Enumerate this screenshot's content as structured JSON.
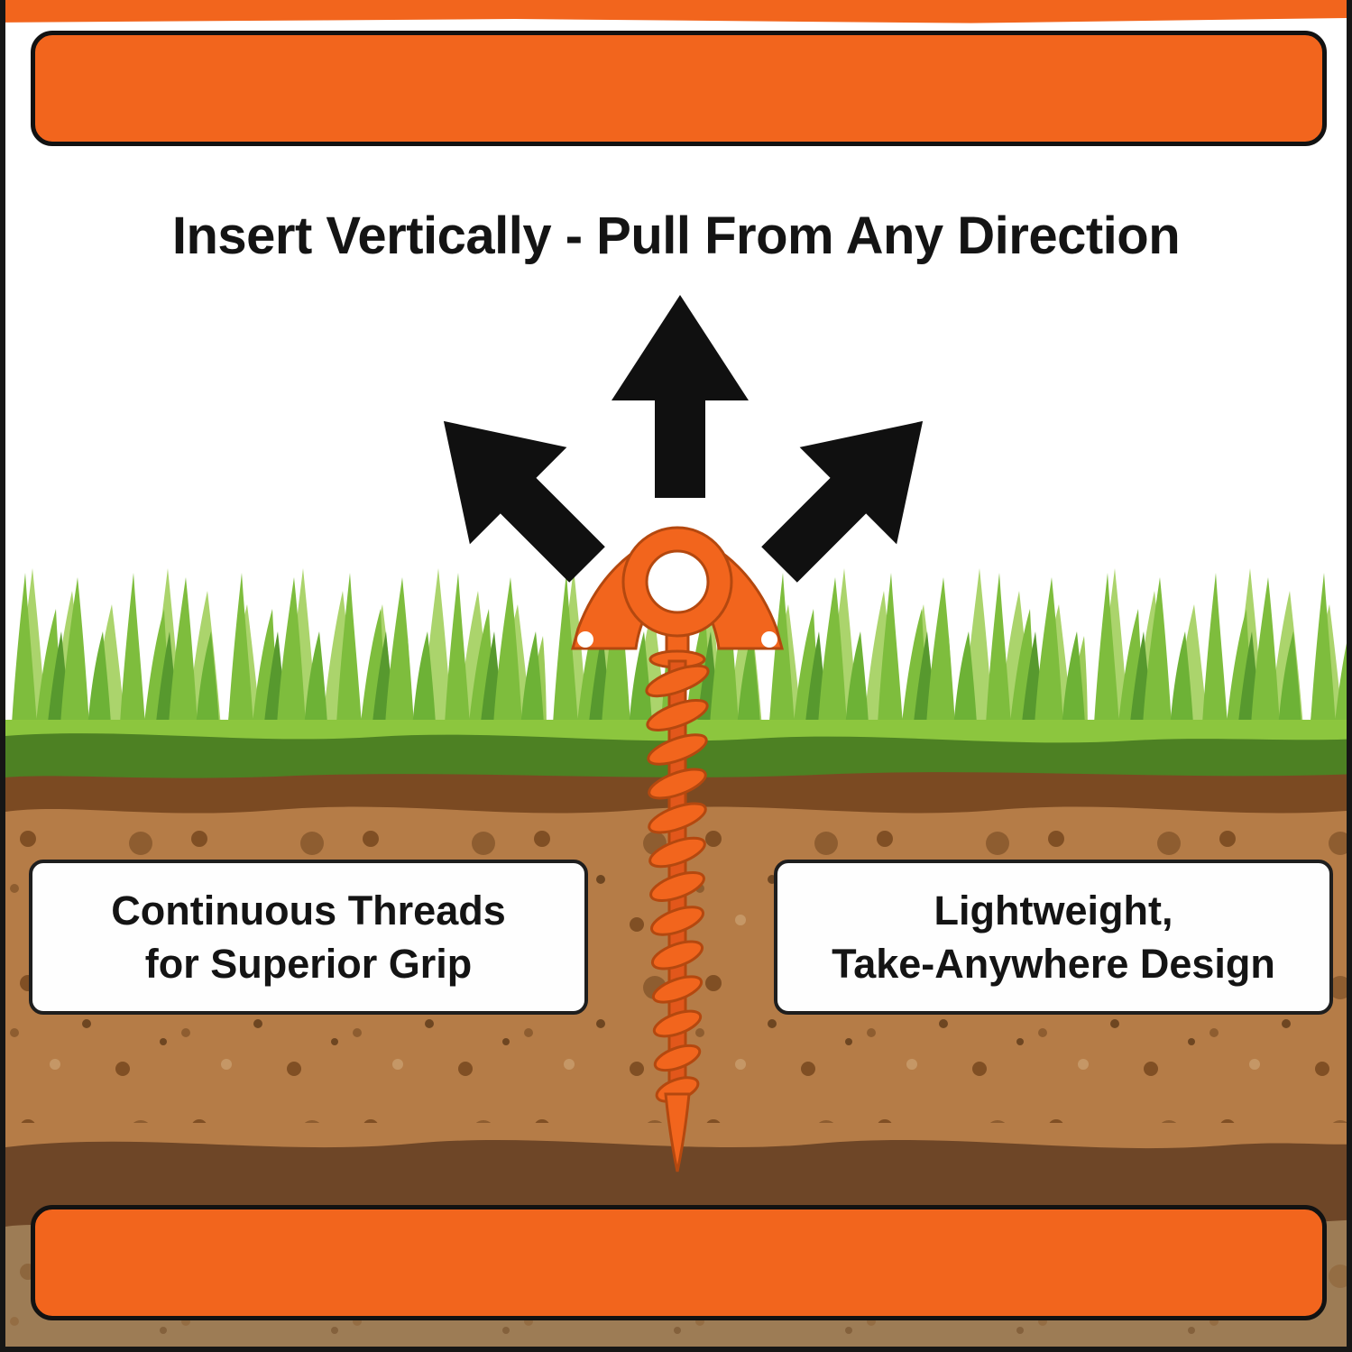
{
  "headline": "Insert Vertically - Pull From Any Direction",
  "callout_left": {
    "line1": "Continuous Threads",
    "line2": "for Superior Grip"
  },
  "callout_right": {
    "line1": "Lightweight,",
    "line2": "Take-Anywhere Design"
  },
  "icons": {
    "arrow_up": "arrow-up-icon",
    "arrow_up_left": "arrow-up-left-icon",
    "arrow_up_right": "arrow-up-right-icon",
    "anchor": "screw-ground-anchor-illustration",
    "scene": "grass-and-soil-cross-section"
  },
  "colors": {
    "accent_orange": "#F2651D",
    "grass_green": "#8CC63E",
    "grass_light": "#ABD46C",
    "grass_dark_band": "#4D8123",
    "soil_top_dark": "#7B4A22",
    "soil_mid": "#B57C47",
    "soil_lower_dark": "#6E4627",
    "soil_bottom": "#9D7C55",
    "arrow_black": "#101010",
    "text_black": "#141414"
  }
}
